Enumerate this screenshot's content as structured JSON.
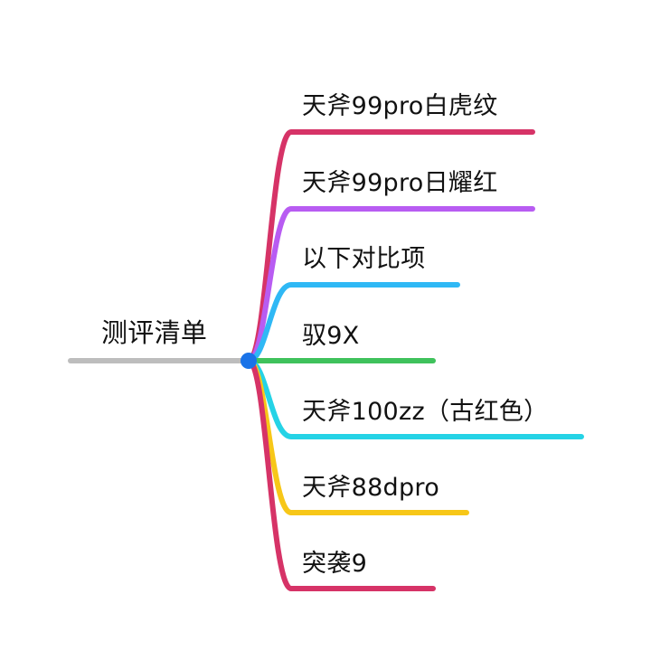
{
  "root": {
    "label": "测评清单",
    "color": "#bdbdbd"
  },
  "center_node_color": "#1a73e8",
  "branches": [
    {
      "label": "天斧99pro白虎纹",
      "color": "#d63367"
    },
    {
      "label": "天斧99pro日耀红",
      "color": "#b85cf2"
    },
    {
      "label": "以下对比项",
      "color": "#2fb8f5"
    },
    {
      "label": "驭9X",
      "color": "#3fc25c"
    },
    {
      "label": "天斧100zz（古红色）",
      "color": "#25d3e6"
    },
    {
      "label": "天斧88dpro",
      "color": "#f7c718"
    },
    {
      "label": "突袭9",
      "color": "#d63367"
    }
  ]
}
